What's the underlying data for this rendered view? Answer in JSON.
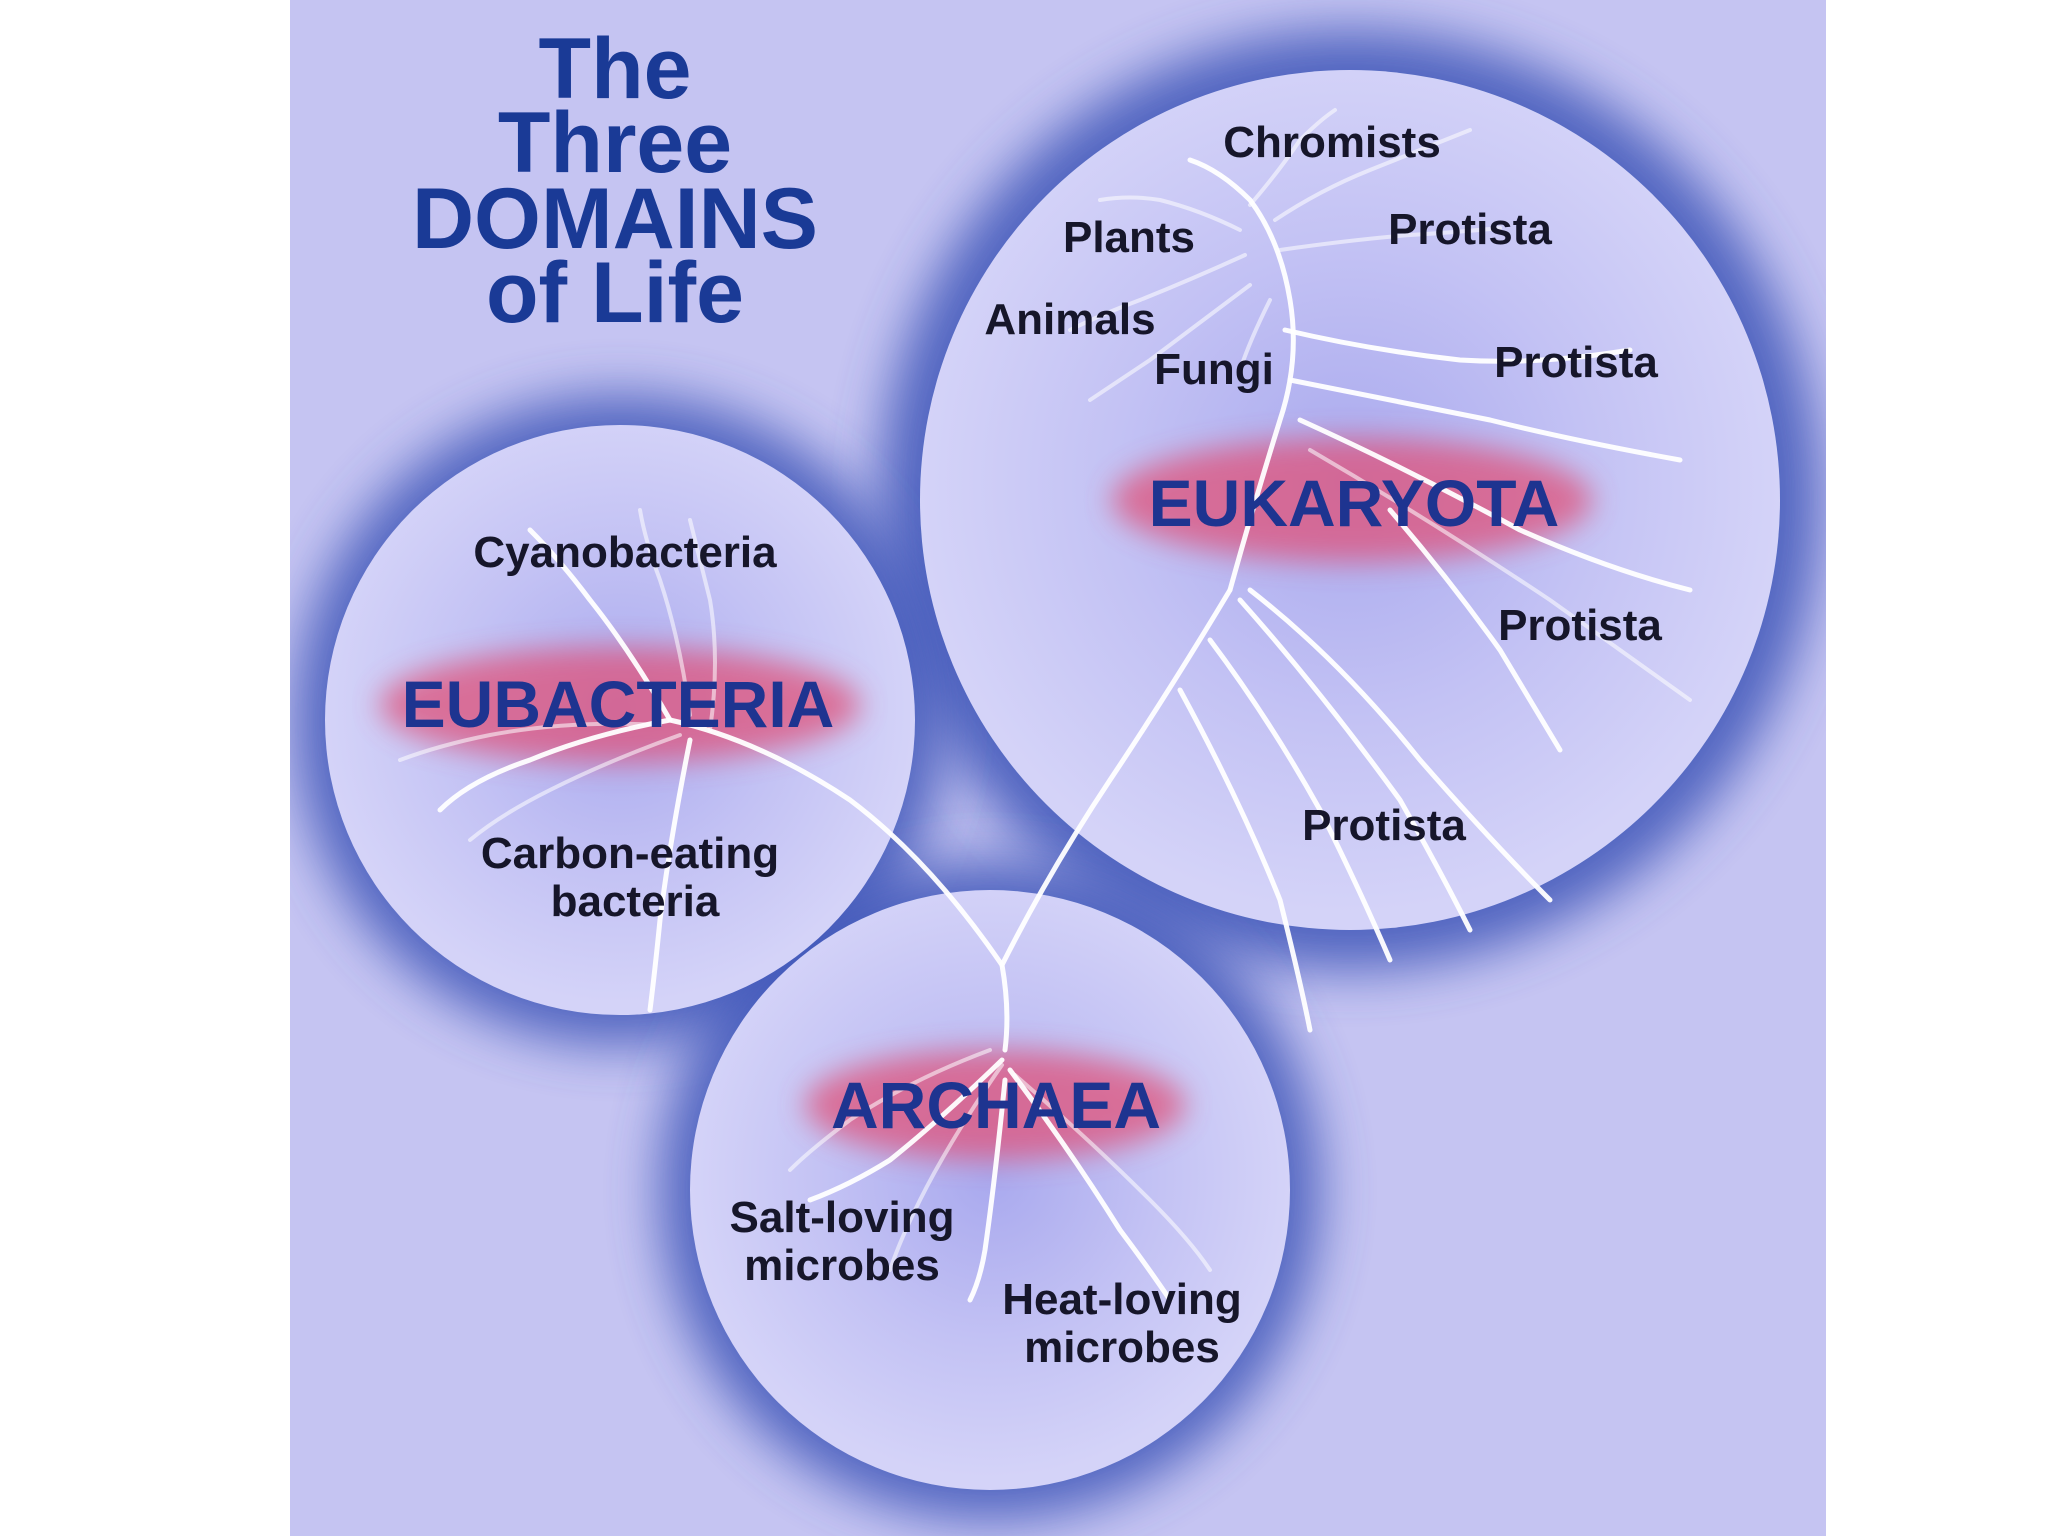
{
  "title": {
    "line1": "The",
    "line2": "Three",
    "line3": "DOMAINS",
    "line4": "of Life"
  },
  "domains": {
    "eukaryota": {
      "name": "EUKARYOTA",
      "groups": [
        "Chromists",
        "Plants",
        "Protista",
        "Animals",
        "Fungi",
        "Protista",
        "Protista",
        "Protista"
      ]
    },
    "eubacteria": {
      "name": "EUBACTERIA",
      "groups": [
        "Cyanobacteria",
        "Carbon-eating",
        "bacteria"
      ]
    },
    "archaea": {
      "name": "ARCHAEA",
      "groups": [
        "Salt-loving",
        "microbes",
        "Heat-loving",
        "microbes"
      ]
    }
  },
  "colors": {
    "background": "#c5c4f2",
    "circle_fill": "#cfcdf7",
    "halo": "#3d55b8",
    "label_glow": "#e0527a",
    "title_text": "#1a3a96",
    "domain_text": "#1e3490",
    "group_text": "#16162a",
    "branches": "#ffffff"
  }
}
